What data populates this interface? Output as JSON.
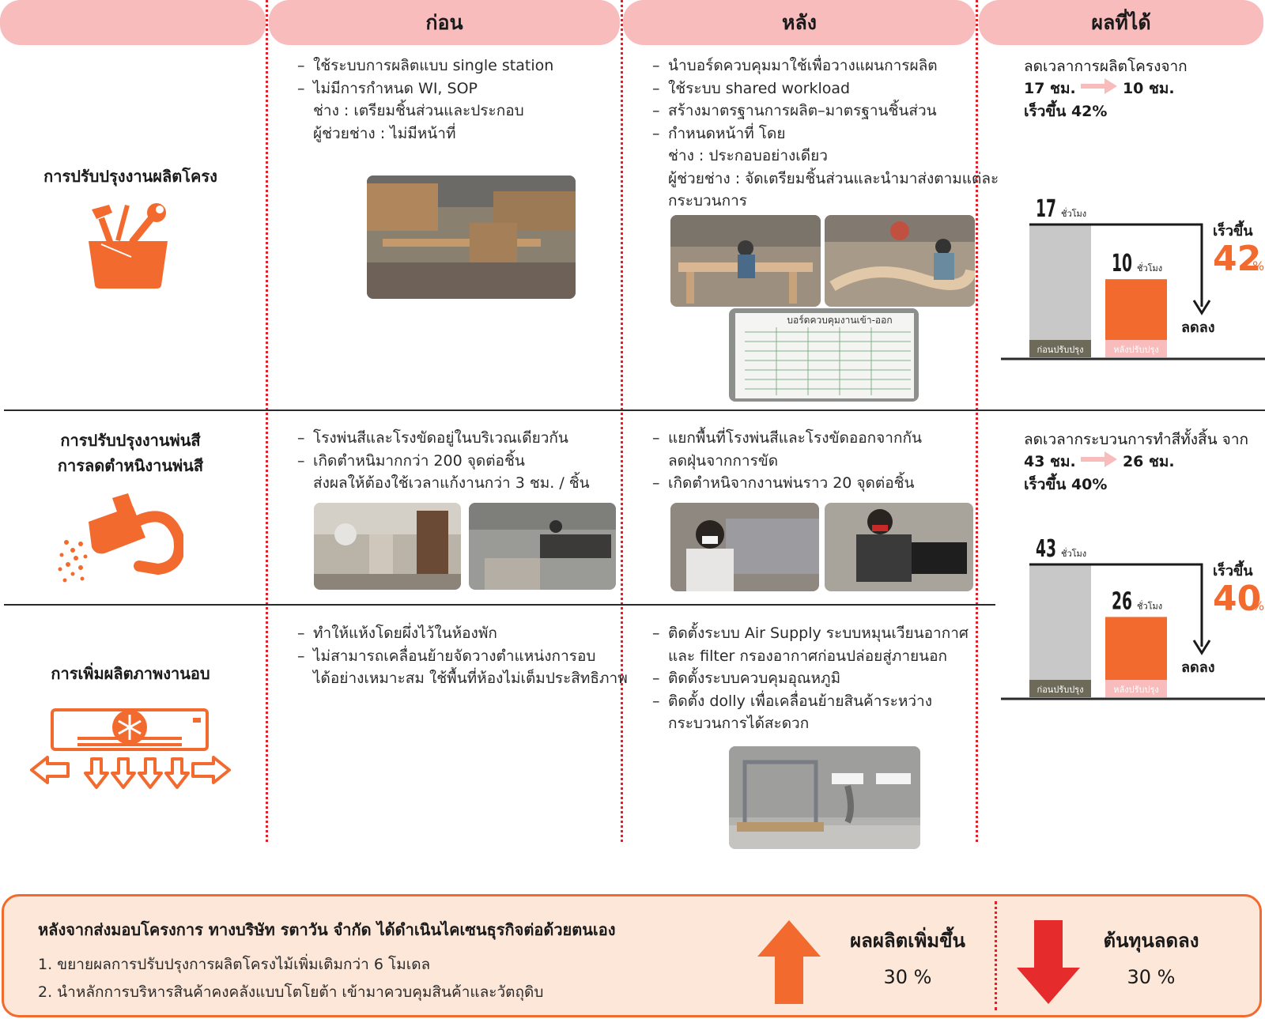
{
  "headers": [
    "",
    "ก่อน",
    "หลัง",
    "ผลที่ได้"
  ],
  "rows": [
    {
      "label_lines": [
        "การปรับปรุงงานผลิตโครง"
      ],
      "icon": "toolbox-icon",
      "before": [
        "ใช้ระบบการผลิตแบบ single station",
        "ไม่มีการกำหนด WI, SOP",
        "ช่าง : เตรียมชิ้นส่วนและประกอบ",
        "ผู้ช่วยช่าง : ไม่มีหน้าที่"
      ],
      "after": [
        "นำบอร์ดควบคุมมาใช้เพื่อวางแผนการผลิต",
        "ใช้ระบบ shared workload",
        "สร้างมาตรฐานการผลิต–มาตรฐานชิ้นส่วน",
        "กำหนดหน้าที่ โดย",
        "ช่าง : ประกอบอย่างเดียว",
        "ผู้ช่วยช่าง : จัดเตรียมชิ้นส่วนและนำมาส่งตามแต่ละ",
        "กระบวนการ"
      ],
      "after_photo_text": "บอร์ดควบคุมงานเข้า-ออก",
      "result": {
        "line1": "ลดเวลาการผลิตโครงจาก",
        "from": "17 ชม.",
        "to": "10 ชม.",
        "speed": "เร็วขึ้น 42%"
      }
    },
    {
      "label_lines": [
        "การปรับปรุงงานพ่นสี",
        "การลดตำหนิงานพ่นสี"
      ],
      "icon": "spray-gun-icon",
      "before": [
        "โรงพ่นสีและโรงขัดอยู่ในบริเวณเดียวกัน",
        "เกิดตำหนิมากกว่า 200 จุดต่อชิ้น",
        "ส่งผลให้ต้องใช้เวลาแก้งานกว่า 3 ชม. / ชิ้น"
      ],
      "after": [
        "แยกพื้นที่โรงพ่นสีและโรงขัดออกจากกัน",
        "ลดฝุ่นจากการขัด",
        "เกิดตำหนิจากงานพ่นราว 20 จุดต่อชิ้น"
      ],
      "result": {
        "line1": "ลดเวลากระบวนการทำสีทั้งสิ้น จาก",
        "from": "43 ชม.",
        "to": "26 ชม.",
        "speed": "เร็วขึ้น 40%"
      }
    },
    {
      "label_lines": [
        "การเพิ่มผลิตภาพงานอบ"
      ],
      "icon": "air-conditioner-icon",
      "before": [
        "ทำให้แห้งโดยผึ่งไว้ในห้องพัก",
        "ไม่สามารถเคลื่อนย้ายจัดวางตำแหน่งการอบ",
        "ได้อย่างเหมาะสม ใช้พื้นที่ห้องไม่เต็มประสิทธิภาพ"
      ],
      "after": [
        "ติดตั้งระบบ Air Supply ระบบหมุนเวียนอากาศ",
        "และ filter กรองอากาศก่อนปล่อยสู่ภายนอก",
        "ติดตั้งระบบควบคุมอุณหภูมิ",
        "ติดตั้ง dolly เพื่อเคลื่อนย้ายสินค้าระหว่าง",
        "กระบวนการได้สะดวก"
      ]
    }
  ],
  "chart_data": [
    {
      "type": "bar",
      "categories": [
        "ก่อนปรับปรุง",
        "หลังปรับปรุง"
      ],
      "values": [
        17,
        10
      ],
      "value_labels": [
        "17",
        "10"
      ],
      "unit": "ชั่วโมง",
      "annotation": "เร็วขึ้น",
      "percent": "42",
      "percent_sign": "%",
      "direction_label": "ลดลง"
    },
    {
      "type": "bar",
      "categories": [
        "ก่อนปรับปรุง",
        "หลังปรับปรุง"
      ],
      "values": [
        43,
        26
      ],
      "value_labels": [
        "43",
        "26"
      ],
      "unit": "ชั่วโมง",
      "annotation": "เร็วขึ้น",
      "percent": "40",
      "percent_sign": "%",
      "direction_label": "ลดลง"
    }
  ],
  "summary": {
    "title": "หลังจากส่งมอบโครงการ ทางบริษัท รตาวัน จำกัด ได้ดำเนินไคเซนธุรกิจต่อด้วยตนเอง",
    "items": [
      "1. ขยายผลการปรับปรุงการผลิตโครงไม้เพิ่มเติมกว่า 6 โมเดล",
      "2. นำหลักการบริหารสินค้าคงคลังแบบโตโยต้า เข้ามาควบคุมสินค้าและวัตถุดิบ"
    ],
    "productivity_label": "ผลผลิตเพิ่มขึ้น",
    "productivity_value": "30 %",
    "cost_label": "ต้นทุนลดลง",
    "cost_value": "30 %"
  },
  "colors": {
    "header_bg": "#f8bcbd",
    "accent_orange": "#f26a2e",
    "divider_red": "#d8262e",
    "bar_before": "#c8c8c8",
    "bar_after": "#f26a2e",
    "arrow_down_red": "#e52b2b"
  }
}
